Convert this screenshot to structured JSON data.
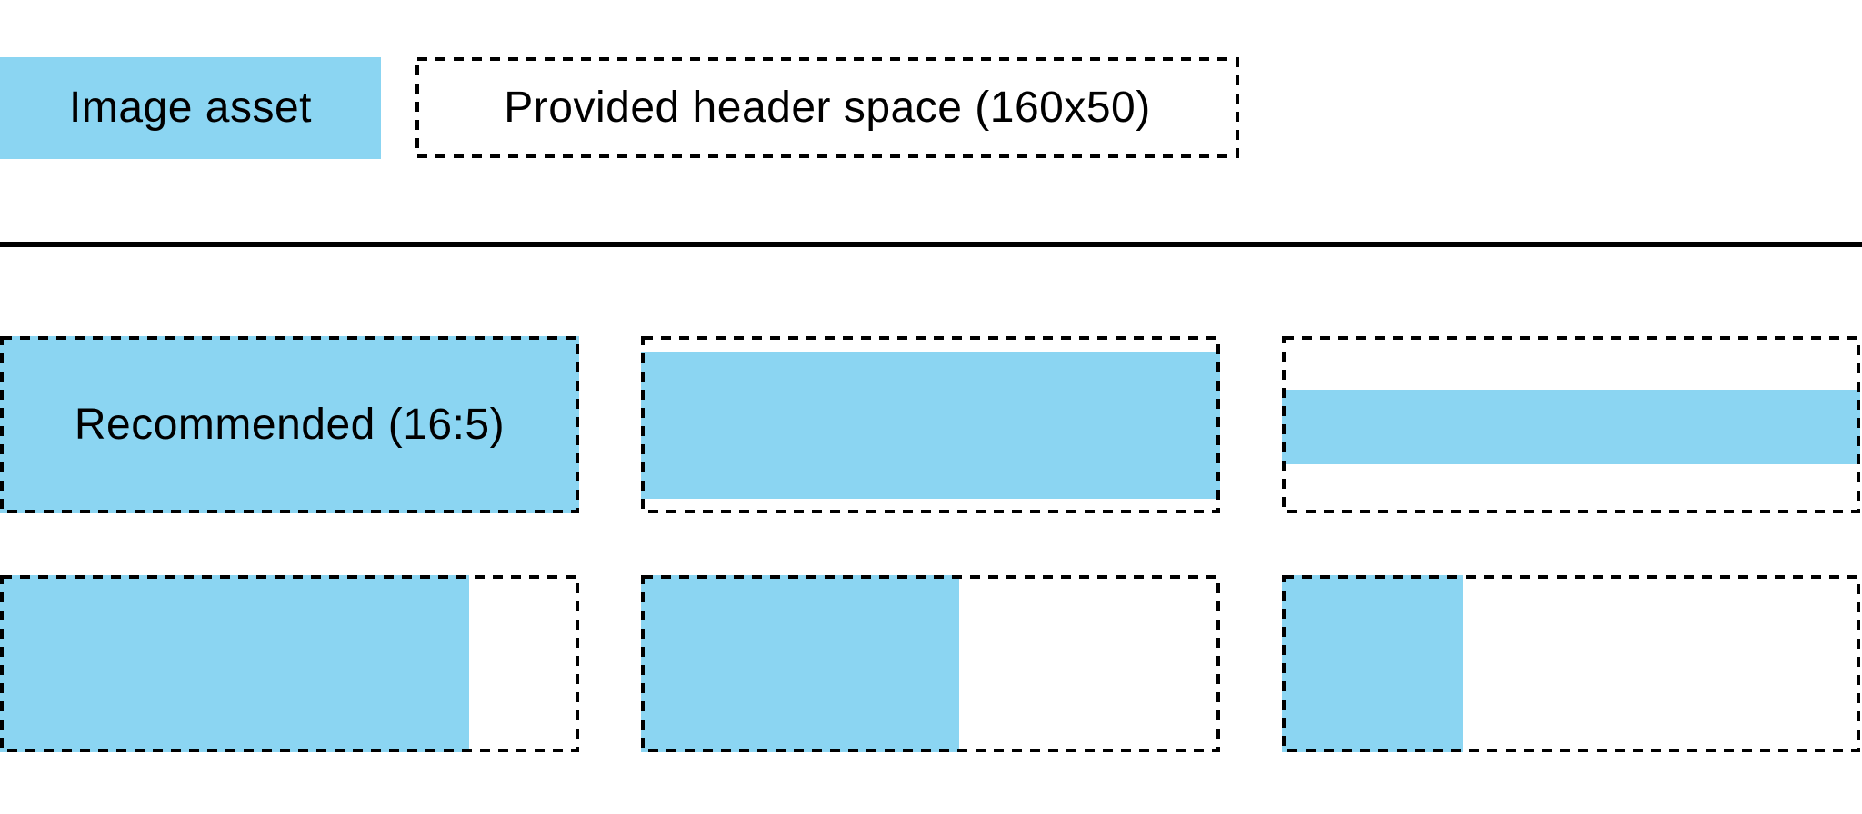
{
  "colors": {
    "asset_blue": "#8BD5F2",
    "line_black": "#000000",
    "text_black": "#000000",
    "background": "#FFFFFF"
  },
  "legend": {
    "image_asset_label": "Image asset",
    "header_space_label": "Provided header space (160x50)"
  },
  "examples": {
    "grid": {
      "rows": 2,
      "cols": 3
    },
    "cells": [
      {
        "name": "recommended-16-5",
        "label": "Recommended (16:5)",
        "fill": {
          "left_pct": 0,
          "top_pct": 0,
          "width_pct": 100,
          "height_pct": 100
        }
      },
      {
        "name": "full-width-reduced-height",
        "label": "",
        "fill": {
          "left_pct": 0,
          "top_pct": 8.7,
          "width_pct": 100,
          "height_pct": 83
        }
      },
      {
        "name": "full-width-thin-strip",
        "label": "",
        "fill": {
          "left_pct": 0,
          "top_pct": 30,
          "width_pct": 100,
          "height_pct": 42.5
        }
      },
      {
        "name": "full-height-81pct-width",
        "label": "",
        "fill": {
          "left_pct": 0,
          "top_pct": 0,
          "width_pct": 81,
          "height_pct": 100
        }
      },
      {
        "name": "full-height-55pct-width",
        "label": "",
        "fill": {
          "left_pct": 0,
          "top_pct": 0,
          "width_pct": 55,
          "height_pct": 100
        }
      },
      {
        "name": "full-height-31pct-width",
        "label": "",
        "fill": {
          "left_pct": 0,
          "top_pct": 0,
          "width_pct": 31.3,
          "height_pct": 100
        }
      }
    ]
  }
}
